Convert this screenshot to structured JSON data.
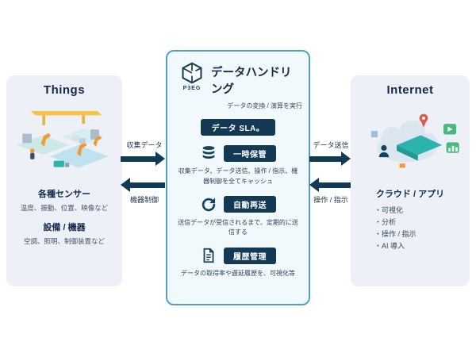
{
  "left_panel": {
    "title": "Things",
    "sections": [
      {
        "heading": "各種センサー",
        "desc": "温度、振動、位置、映像など"
      },
      {
        "heading": "設備 / 機器",
        "desc": "空調、照明、制御装置など"
      }
    ]
  },
  "center_panel": {
    "logo_text": "P3EG",
    "title": "データハンドリング",
    "subtitle": "データの変換 / 演算を実行",
    "sla_badge": "データ SLA。",
    "features": [
      {
        "icon": "database-icon",
        "label": "一時保管",
        "desc": "収集データ、データ送信、操作 / 指示、機器制御を全てキャッシュ"
      },
      {
        "icon": "refresh-icon",
        "label": "自動再送",
        "desc": "送信データが受信されるまで、定期的に送信する"
      },
      {
        "icon": "document-icon",
        "label": "履歴管理",
        "desc": "データの取得率や遅延履歴を、可視化等"
      }
    ]
  },
  "right_panel": {
    "title": "Internet",
    "heading": "クラウド / アプリ",
    "items": [
      "・可視化",
      "・分析",
      "・操作 / 指示",
      "・AI 導入"
    ]
  },
  "arrows": {
    "left_to_center": "収集データ",
    "center_to_left": "機器制御",
    "center_to_right": "データ送信",
    "right_to_center": "操作 / 指示"
  },
  "colors": {
    "side_panel_bg": "#edf1f7",
    "center_panel_bg": "#f1f9fd",
    "center_border": "#4f9fd4",
    "dark_navy": "#123a55",
    "teal": "#2bb4ae",
    "orange": "#f09a36",
    "green": "#49b97e",
    "red": "#e2574c"
  }
}
